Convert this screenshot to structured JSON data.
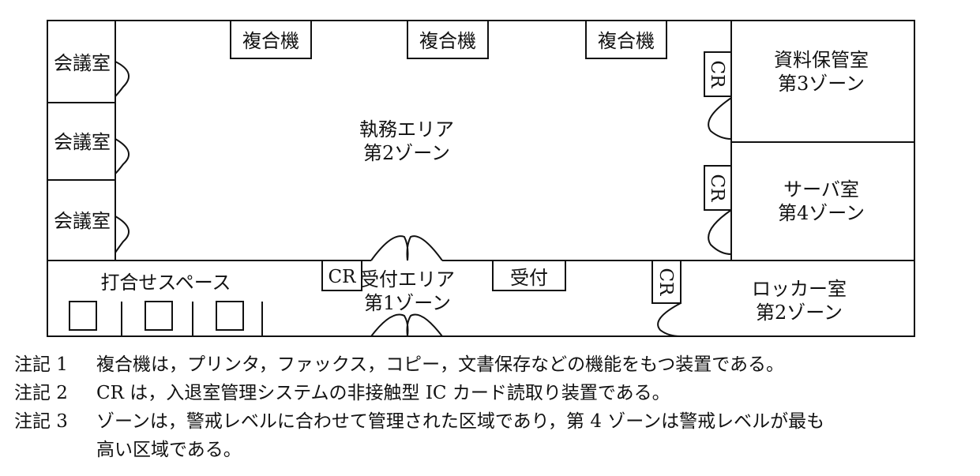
{
  "rooms": {
    "meeting_room": "会議室",
    "mfp": "複合機",
    "work_area_name": "執務エリア",
    "work_area_zone": "第2ゾーン",
    "archive_name": "資料保管室",
    "archive_zone": "第3ゾーン",
    "server_name": "サーバ室",
    "server_zone": "第4ゾーン",
    "locker_name": "ロッカー室",
    "locker_zone": "第2ゾーン",
    "reception_area_name": "受付エリア",
    "reception_area_zone": "第1ゾーン",
    "reception_desk": "受付",
    "meeting_space": "打合せスペース",
    "card_reader": "CR"
  },
  "notes": [
    {
      "label": "注記 1",
      "text": "複合機は，プリンタ，ファックス，コピー，文書保存などの機能をもつ装置である。"
    },
    {
      "label": "注記 2",
      "text": "CR は，入退室管理システムの非接触型 IC カード読取り装置である。"
    },
    {
      "label": "注記 3",
      "text": "ゾーンは，警戒レベルに合わせて管理された区域であり，第 4 ゾーンは警戒レベルが最も",
      "cont": "高い区域である。"
    }
  ]
}
